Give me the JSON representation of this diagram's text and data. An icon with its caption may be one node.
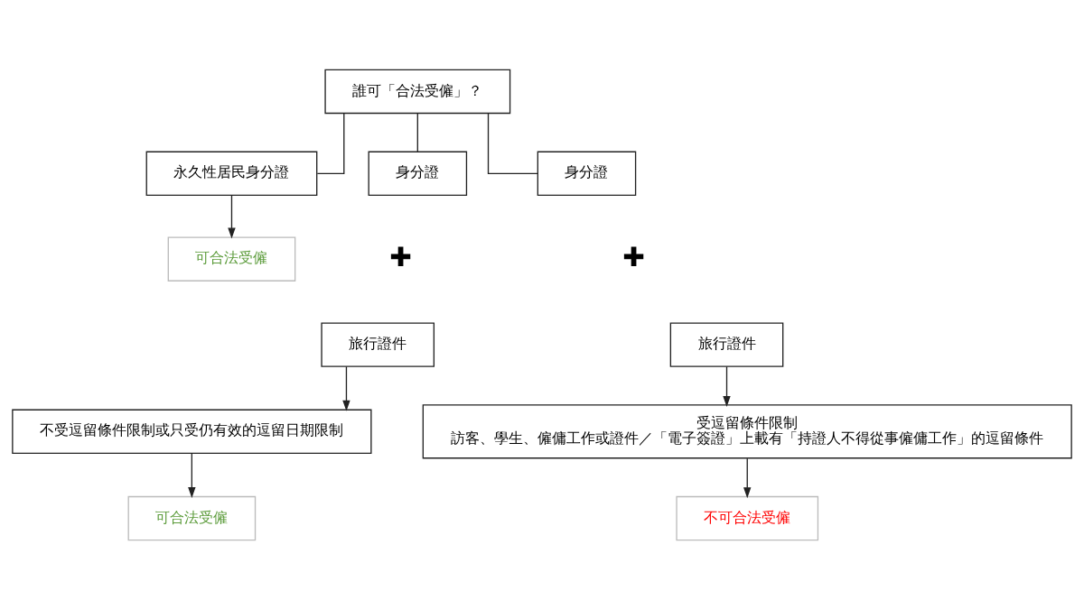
{
  "diagram": {
    "nodes": [
      {
        "text": [
          "誰可「合法受僱」？"
        ]
      },
      {
        "text": [
          "永久性居民身分證"
        ]
      },
      {
        "text": [
          "身分證"
        ]
      },
      {
        "text": [
          "旅行證件"
        ]
      },
      {
        "text": [
          "不受逗留條件限制或只受仍有效的逗留日期限制"
        ]
      },
      {
        "text": [
          "可合法受僱"
        ]
      },
      {
        "text": [
          "身分證"
        ]
      },
      {
        "text": [
          "旅行證件"
        ]
      },
      {
        "text": [
          "受逗留條件限制",
          "訪客、學生、僱傭工作或證件／「電子簽證」上載有「持證人不得從事僱傭工作」的逗留條件"
        ]
      },
      {
        "text": [
          "可合法受僱"
        ]
      },
      {
        "text": [
          "不可合法受僱"
        ]
      }
    ],
    "edges": [
      {
        "from": 0,
        "to": 1,
        "arrow": "none"
      },
      {
        "from": 0,
        "to": 2,
        "arrow": "none"
      },
      {
        "from": 0,
        "to": 6,
        "arrow": "none"
      },
      {
        "from": 1,
        "to": 5,
        "arrow": "to"
      },
      {
        "from": 3,
        "to": 4,
        "arrow": "to"
      },
      {
        "from": 4,
        "to": 9,
        "arrow": "to"
      },
      {
        "from": 7,
        "to": 8,
        "arrow": "to"
      },
      {
        "from": 8,
        "to": 10,
        "arrow": "to"
      }
    ],
    "labels": [
      "✚",
      "✚"
    ]
  }
}
